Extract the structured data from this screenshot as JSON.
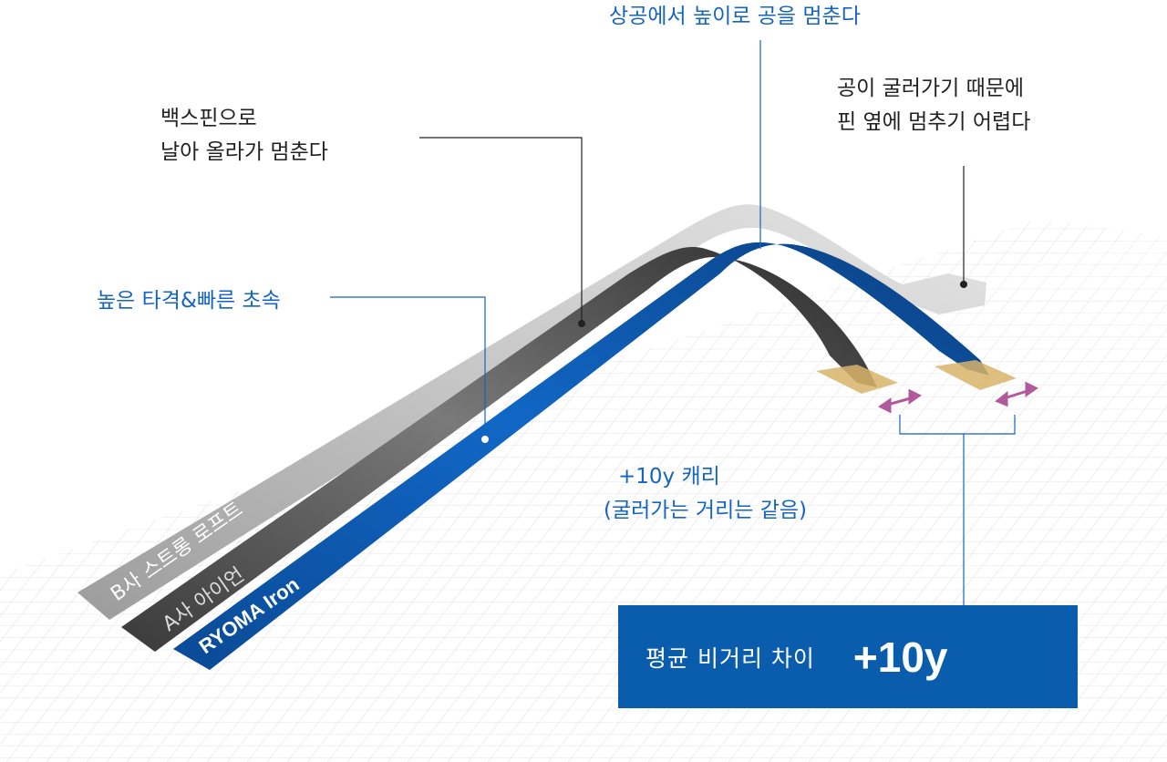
{
  "callouts": {
    "top_stop": "상공에서 높이로 공을 멈춘다",
    "backspin_line1": "백스핀으로",
    "backspin_line2": "날아 올라가 멈춘다",
    "roll_line1": "공이 굴러가기 때문에",
    "roll_line2": "핀 옆에 멈추기 어렵다",
    "launch": "높은 타격&빠른 초속"
  },
  "ribbons": [
    {
      "label": "B사 스트롱 로프트",
      "color": "#b8b8b8"
    },
    {
      "label": "A사 아이언",
      "color": "#3a3a3a"
    },
    {
      "label": "RYOMA Iron",
      "color": "#0a5cad"
    }
  ],
  "carry": {
    "line1": "+10y 캐리",
    "line2": "(굴러가는 거리는 같음)"
  },
  "result": {
    "label": "평균 비거리 차이",
    "value": "+10y"
  },
  "colors": {
    "accent_blue": "#0a5cad",
    "text_blue": "#1565c0",
    "arrow_pink": "#b05a9c",
    "landing_gold": "#d8b46a"
  }
}
